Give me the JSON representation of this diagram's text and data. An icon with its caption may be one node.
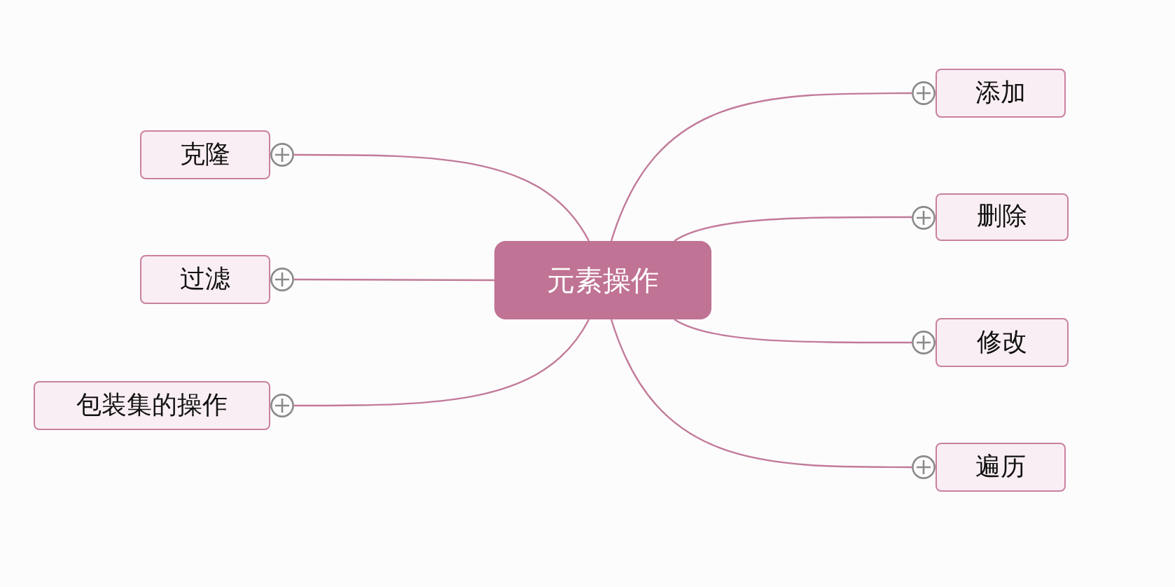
{
  "diagram": {
    "nodes": [
      {
        "text": [
          "元素操作"
        ]
      },
      {
        "text": [
          "克隆"
        ]
      },
      {
        "text": [
          "过滤"
        ]
      },
      {
        "text": [
          "包装集的操作"
        ]
      },
      {
        "text": [
          "添加"
        ]
      },
      {
        "text": [
          "删除"
        ]
      },
      {
        "text": [
          "修改"
        ]
      },
      {
        "text": [
          "遍历"
        ]
      }
    ],
    "edges": [
      {
        "from": 0,
        "to": 1,
        "arrow": "none"
      },
      {
        "from": 0,
        "to": 2,
        "arrow": "none"
      },
      {
        "from": 0,
        "to": 3,
        "arrow": "none"
      },
      {
        "from": 0,
        "to": 4,
        "arrow": "none"
      },
      {
        "from": 0,
        "to": 5,
        "arrow": "none"
      },
      {
        "from": 0,
        "to": 6,
        "arrow": "none"
      },
      {
        "from": 0,
        "to": 7,
        "arrow": "none"
      }
    ]
  }
}
